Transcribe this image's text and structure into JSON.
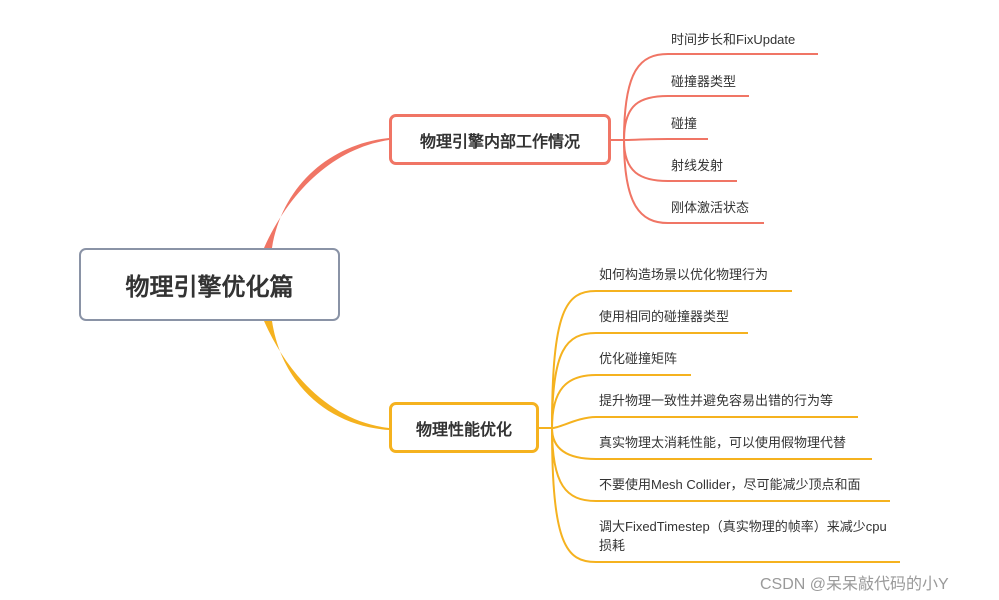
{
  "mindmap": {
    "root": "物理引擎优化篇",
    "colors": {
      "root_border": "#8a93a6",
      "branch1": "#f07565",
      "branch2": "#f5b21f"
    },
    "branches": [
      {
        "label": "物理引擎内部工作情况",
        "leaves": [
          "时间步长和FixUpdate",
          "碰撞器类型",
          "碰撞",
          "射线发射",
          "刚体激活状态"
        ]
      },
      {
        "label": "物理性能优化",
        "leaves": [
          "如何构造场景以优化物理行为",
          "使用相同的碰撞器类型",
          "优化碰撞矩阵",
          "提升物理一致性并避免容易出错的行为等",
          "真实物理太消耗性能，可以使用假物理代替",
          "不要使用Mesh Collider，尽可能减少顶点和面",
          "调大FixedTimestep（真实物理的帧率）来减少cpu损耗"
        ]
      }
    ]
  },
  "watermark": "CSDN @呆呆敲代码的小Y"
}
